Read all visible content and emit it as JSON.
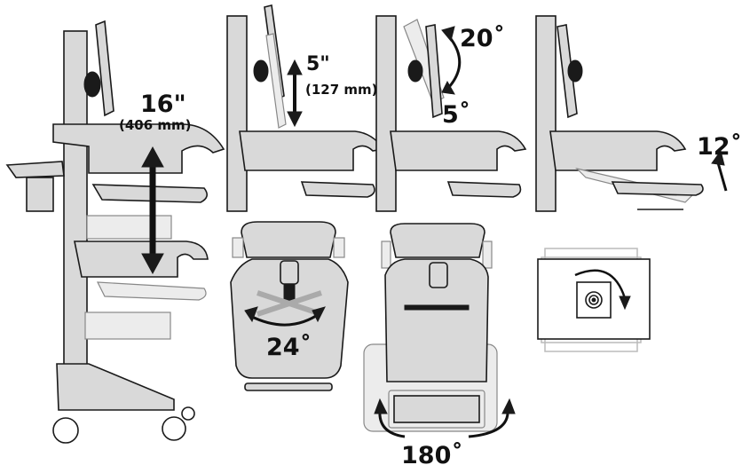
{
  "labels": {
    "height_imperial": "16\"",
    "height_metric": "(406 mm)",
    "monitor_lift_imperial": "5\"",
    "monitor_lift_metric": "(127 mm)",
    "tilt_up": "20˚",
    "tilt_down": "5˚",
    "keyboard_tilt": "12˚",
    "worksurface_swivel": "24˚",
    "base_rotation": "180˚"
  }
}
